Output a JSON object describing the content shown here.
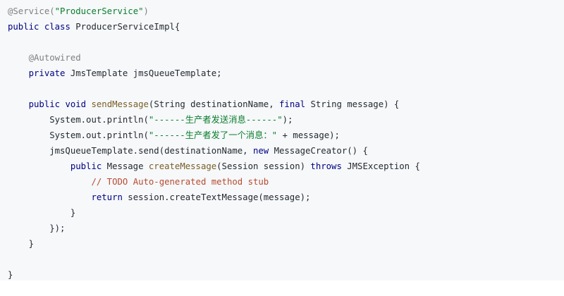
{
  "colors": {
    "background": "#f6f8fa",
    "annotation": "#808080",
    "keyword": "#000080",
    "string": "#0a7d2c",
    "function": "#795e26",
    "comment": "#b84a2f",
    "plain": "#24292f"
  },
  "code": {
    "lines": [
      [
        {
          "t": "@Service(",
          "c": "ann"
        },
        {
          "t": "\"ProducerService\"",
          "c": "str"
        },
        {
          "t": ")",
          "c": "ann"
        }
      ],
      [
        {
          "t": "public",
          "c": "kw"
        },
        {
          "t": " ",
          "c": "plain"
        },
        {
          "t": "class",
          "c": "kw"
        },
        {
          "t": " ProducerServiceImpl{",
          "c": "plain"
        }
      ],
      [],
      [
        {
          "t": "    @Autowired",
          "c": "ann"
        }
      ],
      [
        {
          "t": "    ",
          "c": "plain"
        },
        {
          "t": "private",
          "c": "kw"
        },
        {
          "t": " JmsTemplate jmsQueueTemplate;",
          "c": "plain"
        }
      ],
      [],
      [
        {
          "t": "    ",
          "c": "plain"
        },
        {
          "t": "public",
          "c": "kw"
        },
        {
          "t": " ",
          "c": "plain"
        },
        {
          "t": "void",
          "c": "kw"
        },
        {
          "t": " ",
          "c": "plain"
        },
        {
          "t": "sendMessage",
          "c": "fn"
        },
        {
          "t": "(String destinationName, ",
          "c": "plain"
        },
        {
          "t": "final",
          "c": "kw"
        },
        {
          "t": " String message) {",
          "c": "plain"
        }
      ],
      [
        {
          "t": "        System.out.println(",
          "c": "plain"
        },
        {
          "t": "\"------生产者发送消息------\"",
          "c": "str"
        },
        {
          "t": ");",
          "c": "plain"
        }
      ],
      [
        {
          "t": "        System.out.println(",
          "c": "plain"
        },
        {
          "t": "\"------生产者发了一个消息：\"",
          "c": "str"
        },
        {
          "t": " + message);",
          "c": "plain"
        }
      ],
      [
        {
          "t": "        jmsQueueTemplate.send(destinationName, ",
          "c": "plain"
        },
        {
          "t": "new",
          "c": "kw"
        },
        {
          "t": " MessageCreator() {",
          "c": "plain"
        }
      ],
      [
        {
          "t": "            ",
          "c": "plain"
        },
        {
          "t": "public",
          "c": "kw"
        },
        {
          "t": " Message ",
          "c": "plain"
        },
        {
          "t": "createMessage",
          "c": "fn"
        },
        {
          "t": "(Session session) ",
          "c": "plain"
        },
        {
          "t": "throws",
          "c": "kw"
        },
        {
          "t": " JMSException {",
          "c": "plain"
        }
      ],
      [
        {
          "t": "                ",
          "c": "plain"
        },
        {
          "t": "// TODO Auto-generated method stub",
          "c": "cm"
        }
      ],
      [
        {
          "t": "                ",
          "c": "plain"
        },
        {
          "t": "return",
          "c": "kw"
        },
        {
          "t": " session.createTextMessage(message);",
          "c": "plain"
        }
      ],
      [
        {
          "t": "            }",
          "c": "plain"
        }
      ],
      [
        {
          "t": "        });",
          "c": "plain"
        }
      ],
      [
        {
          "t": "    }",
          "c": "plain"
        }
      ],
      [],
      [
        {
          "t": "}",
          "c": "plain"
        }
      ]
    ]
  }
}
